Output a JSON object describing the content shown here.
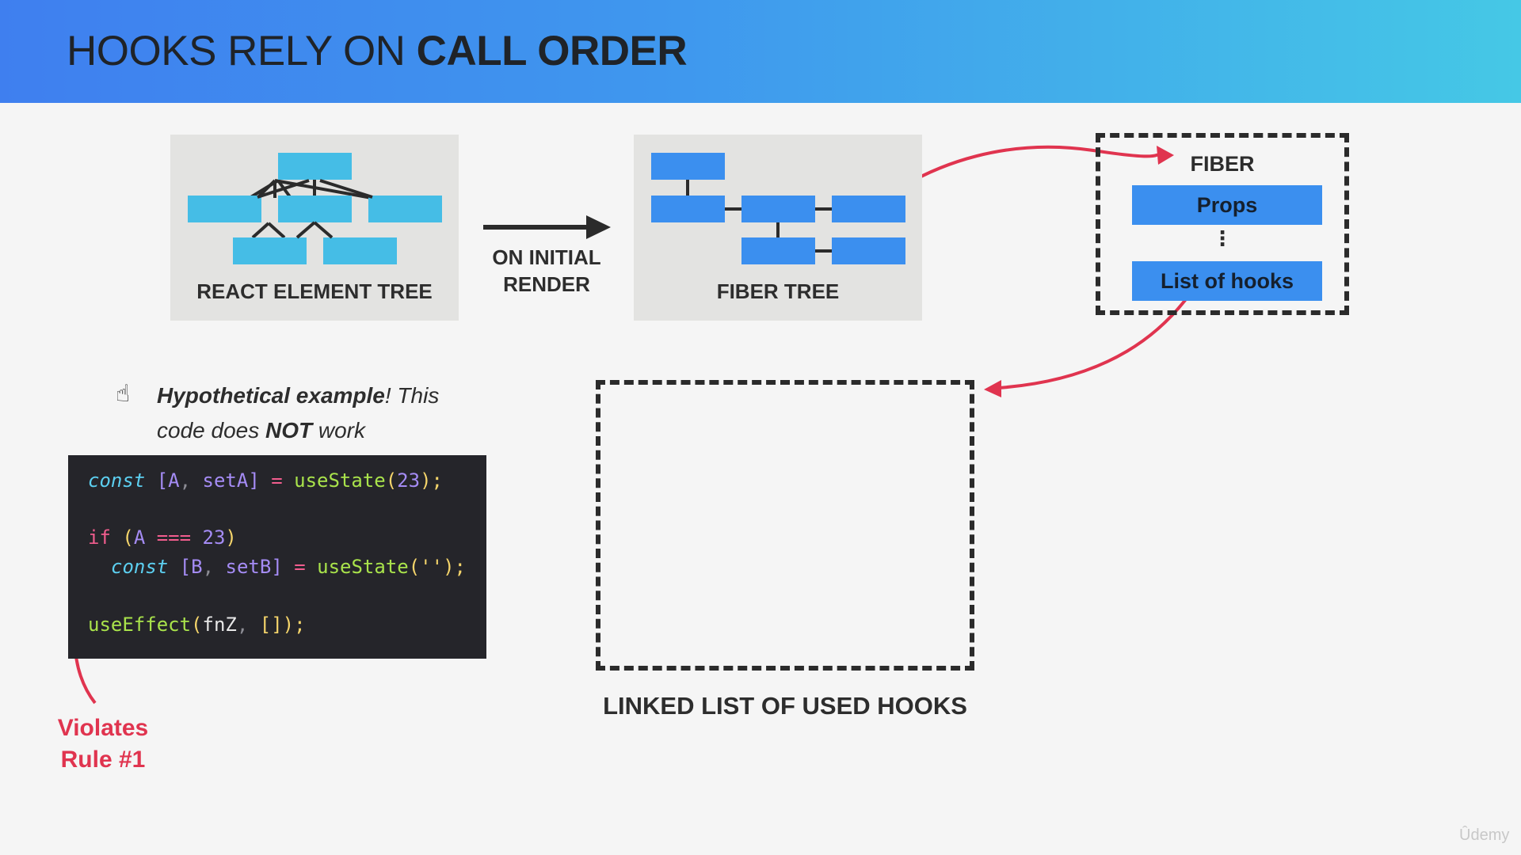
{
  "slide": {
    "title_regular": "HOOKS RELY ON ",
    "title_bold": "CALL ORDER"
  },
  "diagram": {
    "react_element_tree_label": "REACT ELEMENT TREE",
    "arrow_label_line1": "ON INITIAL",
    "arrow_label_line2": "RENDER",
    "fiber_tree_label": "FIBER TREE",
    "fiber": {
      "label": "FIBER",
      "items": [
        "Props",
        "List of hooks"
      ],
      "ellipsis": "⋮"
    },
    "linked_list_caption": "LINKED LIST OF USED HOOKS"
  },
  "note": {
    "icon": "☝",
    "bold_text": "Hypothetical example",
    "line1_rest": "! This",
    "line2_prefix": "code does ",
    "line2_bold": "NOT",
    "line2_suffix": " work"
  },
  "code": {
    "line1": {
      "kw": "const",
      "open": " [",
      "a": "A",
      "comma": ", ",
      "setA": "setA",
      "close": "]",
      "eq": " = ",
      "fn": "useState",
      "p1": "(",
      "num": "23",
      "p2": ");"
    },
    "line2": {
      "kw": "if",
      "sp": " (",
      "a": "A",
      "op": " === ",
      "num": "23",
      "p": ")"
    },
    "line3": {
      "kw": "const",
      "open": " [",
      "b": "B",
      "comma": ", ",
      "setB": "setB",
      "close": "]",
      "eq": " = ",
      "fn": "useState",
      "p1": "(",
      "str": "''",
      "p2": ");"
    },
    "line4": {
      "fn": "useEffect",
      "p1": "(",
      "arg": "fnZ",
      "comma": ", ",
      "arr": "[]",
      "p2": ");"
    }
  },
  "annotation": {
    "line1": "Violates",
    "line2": "Rule #1",
    "color": "#e0344f"
  },
  "watermark": "Ûdemy",
  "colors": {
    "light_node": "#45bde6",
    "fiber_node": "#3b8fef",
    "accent_red": "#e0344f"
  }
}
